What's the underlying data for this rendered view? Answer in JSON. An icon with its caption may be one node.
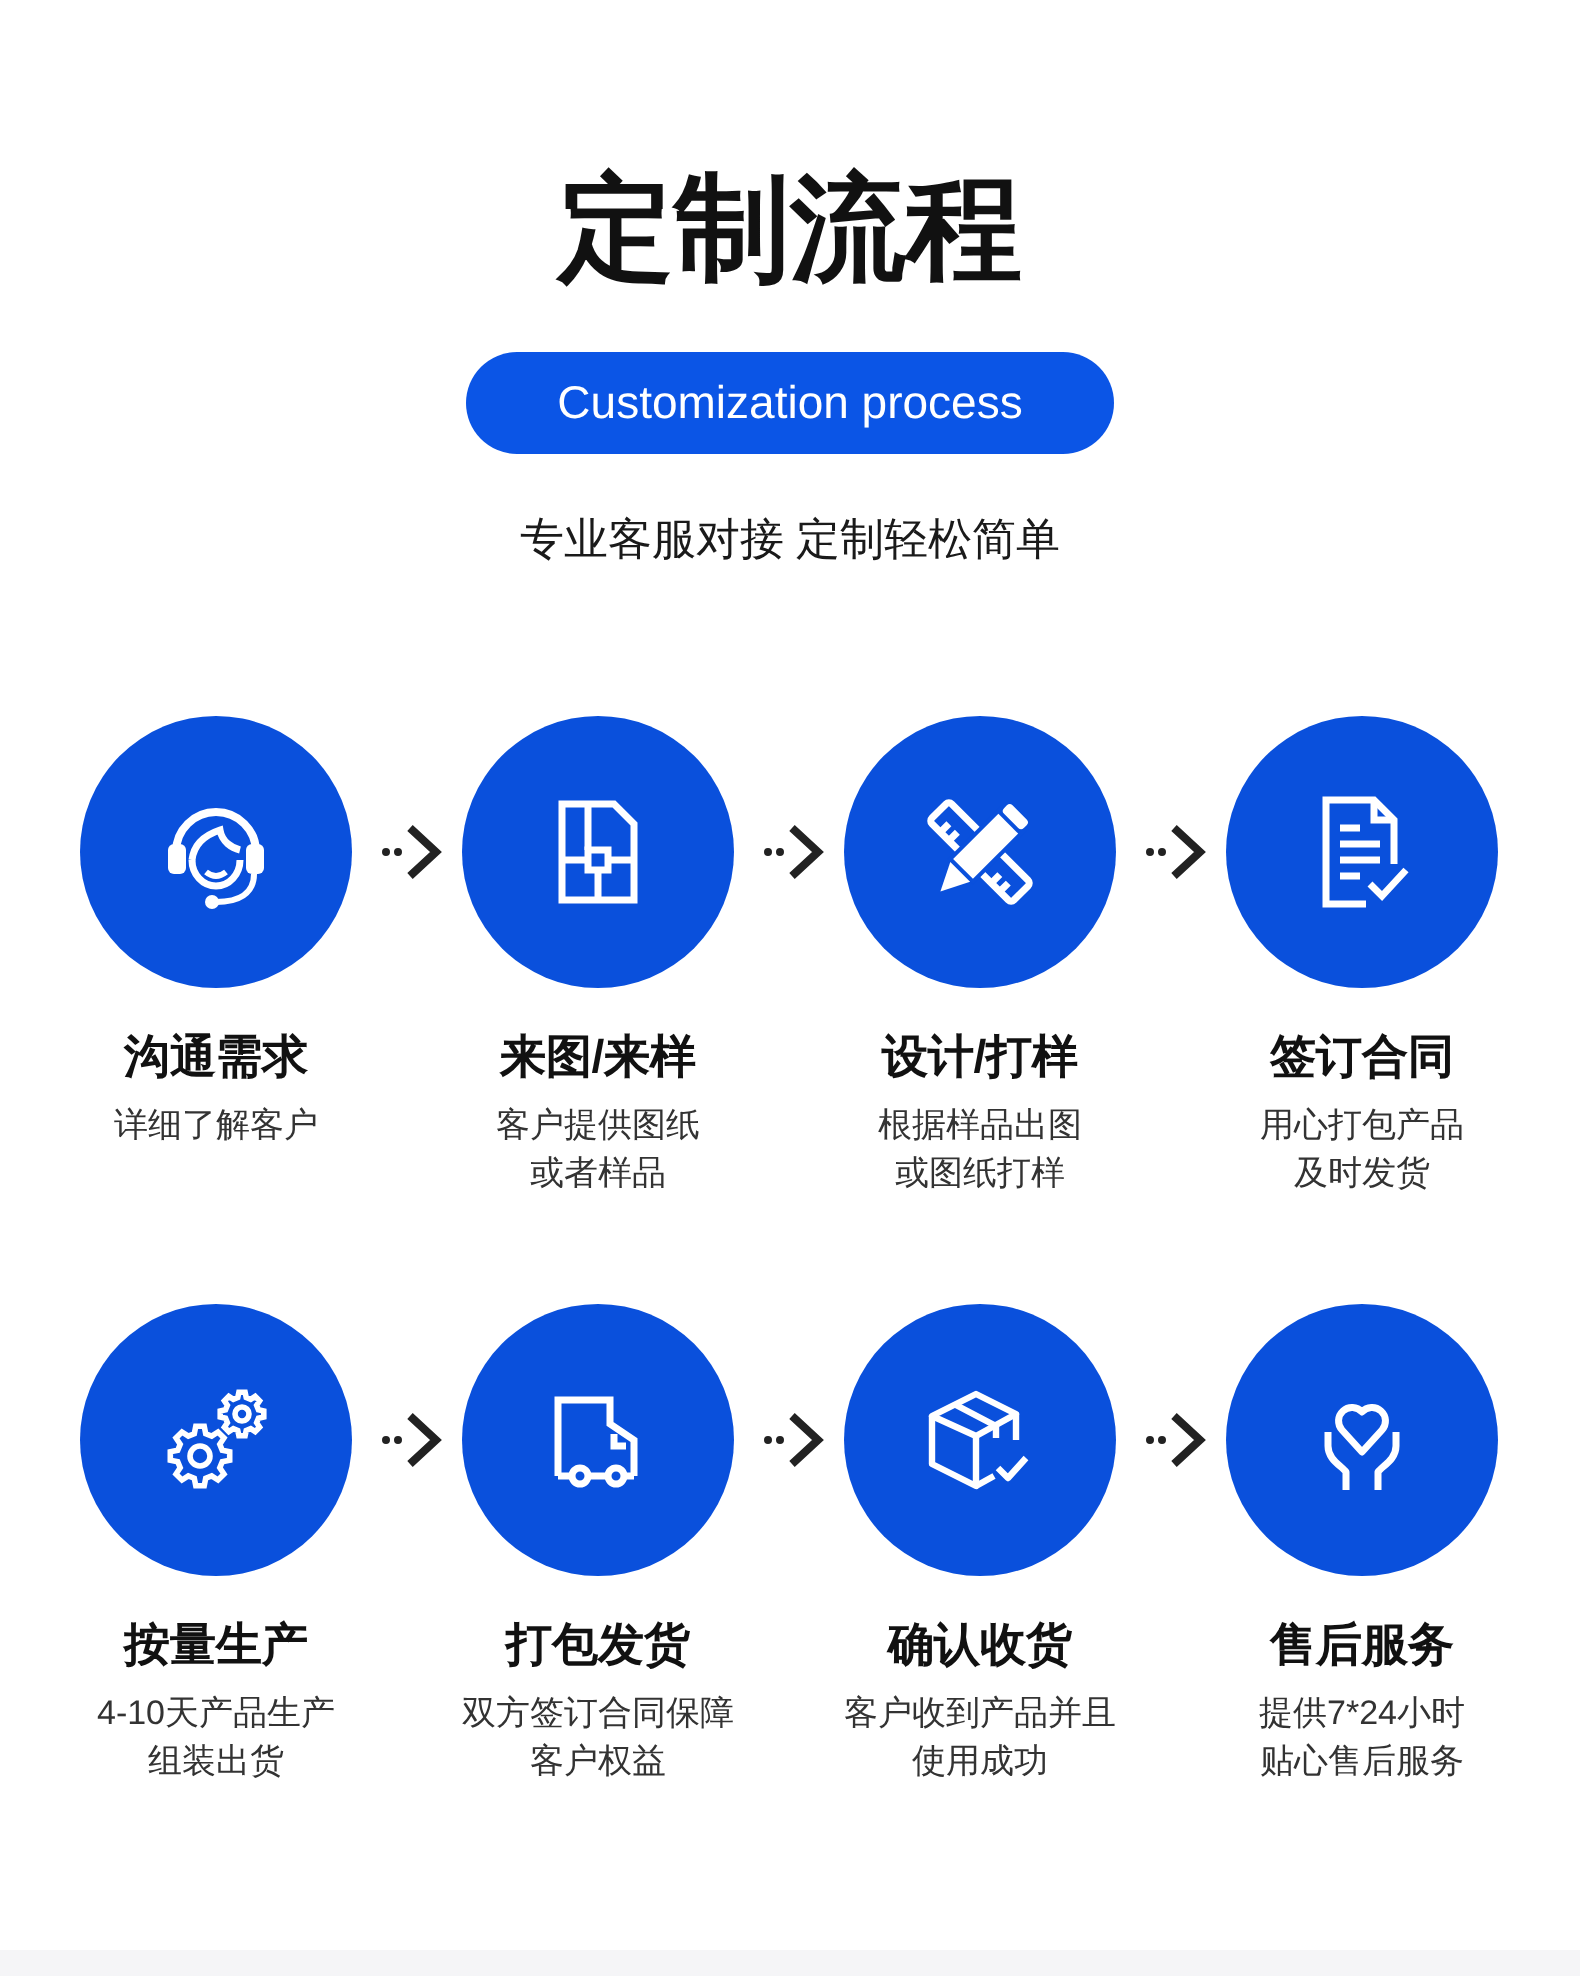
{
  "diagram": {
    "title": "定制流程",
    "nodes": [
      {
        "text": [
          "Customization process"
        ]
      },
      {
        "text": [
          "沟通需求",
          "详细了解客户"
        ]
      },
      {
        "text": [
          "来图/来样",
          "客户提供图纸或者样品"
        ]
      },
      {
        "text": [
          "设计/打样",
          "根据样品出图或图纸打样"
        ]
      },
      {
        "text": [
          "签订合同",
          "用心打包产品及时发货"
        ]
      },
      {
        "text": [
          "按量生产",
          "4-10天产品生产组装出货"
        ]
      },
      {
        "text": [
          "打包发货",
          "双方签订合同保障客户权益"
        ]
      },
      {
        "text": [
          "确认收货",
          "客户收到产品并且使用成功"
        ]
      },
      {
        "text": [
          "售后服务",
          "提供7*24小时贴心售后服务"
        ]
      }
    ],
    "edges": [
      {
        "from": 1,
        "to": 2,
        "arrow": "to"
      },
      {
        "from": 2,
        "to": 3,
        "arrow": "to"
      },
      {
        "from": 3,
        "to": 4,
        "arrow": "to"
      },
      {
        "from": 5,
        "to": 6,
        "arrow": "to"
      },
      {
        "from": 6,
        "to": 7,
        "arrow": "to"
      },
      {
        "from": 7,
        "to": 8,
        "arrow": "to"
      }
    ],
    "labels": [
      "专业客服对接 定制轻松简单"
    ]
  }
}
